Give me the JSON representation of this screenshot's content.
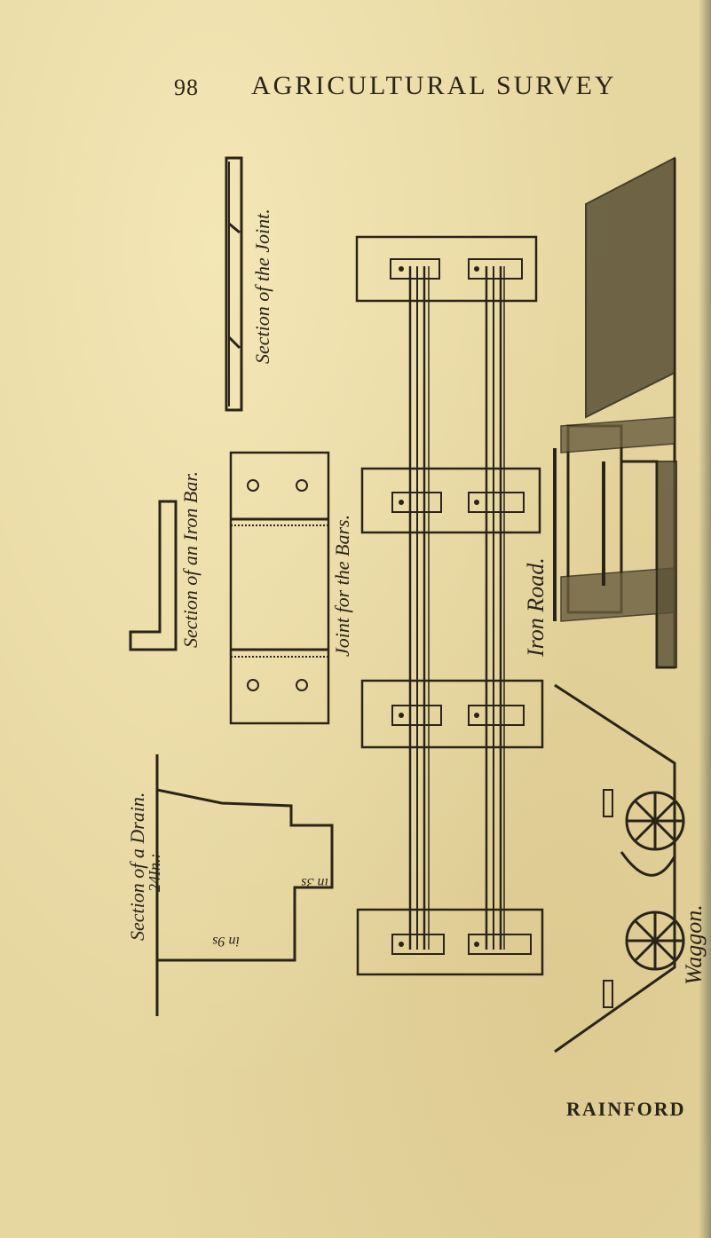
{
  "header": {
    "page_number": "98",
    "running_title": "AGRICULTURAL SURVEY"
  },
  "figures": {
    "section_joint": "Section of the Joint.",
    "section_iron_bar": "Section of an Iron Bar.",
    "joint_bars": "Joint for the Bars.",
    "section_drain": "Section of a Drain.",
    "drain_size": "24In.:",
    "drain_mark_1": "in 9s",
    "drain_mark_2": "in 3s",
    "iron_road": "Iron Road.",
    "waggon": "Waggon."
  },
  "footer": {
    "catchword": "RAINFORD"
  }
}
